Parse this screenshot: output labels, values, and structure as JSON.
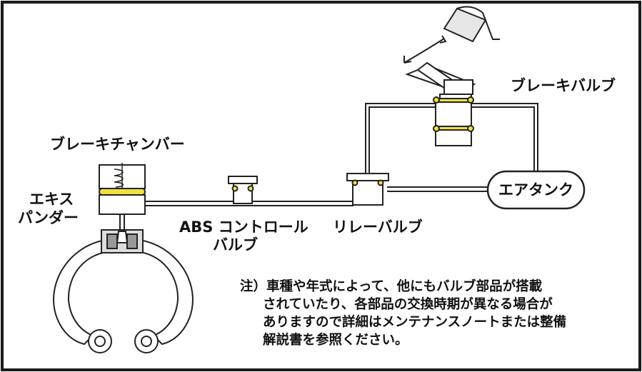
{
  "labels": {
    "brake_valve": "ブレーキバルブ",
    "brake_chamber": "ブレーキチャンバー",
    "expander_line1": "エキス",
    "expander_line2": "パンダー",
    "abs_line1": "ABS コントロール",
    "abs_line2": "バルブ",
    "relay_valve": "リレーバルブ",
    "air_tank": "エアタンク"
  },
  "note": {
    "line1": "注）車種や年式によって、他にもバルブ部品が搭載",
    "line2": "されていたり、各部品の交換時期が異なる場合が",
    "line3": "ありますので詳細はメンテナンスノートまたは整備",
    "line4": "解説書を参照ください。"
  },
  "colors": {
    "border": "#1a1a1a",
    "seal_yellow": "#f0e040",
    "pipe": "#222222"
  }
}
